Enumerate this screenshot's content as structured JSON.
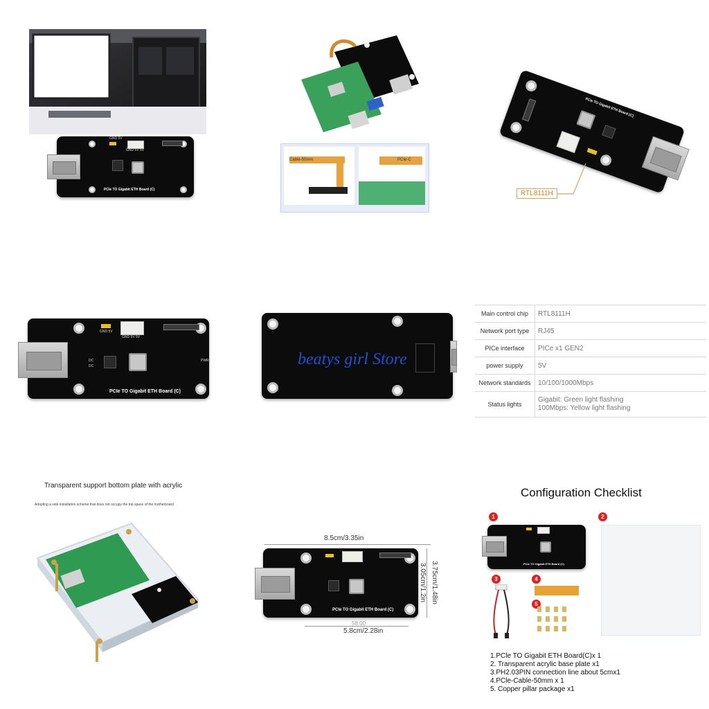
{
  "colors": {
    "board": "#0c0c0c",
    "rtl_callout": "#d8a55c",
    "watermark": "#1f4fd4",
    "badge": "#e32020",
    "acrylic_pcb": "#2e9a52"
  },
  "panel1": {
    "board_silk": "PCIe TO Gigabit ETH Board (C)",
    "conn_labels": [
      "GND 5V",
      "GND 5V 5V"
    ]
  },
  "panel2": {
    "cable_label": "Cable-50mm",
    "cable_label2": "PCIe-C"
  },
  "panel3": {
    "board_silk": "PCIe TO Gigabit ETH Board (C)",
    "callout": "RTL8111H"
  },
  "panel4": {
    "board_silk": "PCIe TO Gigabit ETH Board (C)",
    "conn_labels": [
      "GND 5V",
      "GND 5V 5V"
    ],
    "led_labels": [
      "DC",
      "DC",
      "PWR"
    ]
  },
  "panel5": {
    "watermark": "beatys girl Store"
  },
  "spec_table": [
    {
      "key": "Main control chip",
      "value": "RTL8111H"
    },
    {
      "key": "Network port type",
      "value": "RJ45"
    },
    {
      "key": "PICe interface",
      "value": "PICe x1 GEN2"
    },
    {
      "key": "power supply",
      "value": "5V"
    },
    {
      "key": "Network standards",
      "value": "10/100/1000Mbps"
    },
    {
      "key": "Status lights",
      "value": "Gigabit: Green light flashing",
      "value2": "100Mbps: Yellow light flashing"
    }
  ],
  "panel7": {
    "title": "Transparent support bottom plate with acrylic",
    "subtitle": "Adopting a side installation scheme that does not occupy the top space of the motherboard"
  },
  "panel8": {
    "width_top": "8.5cm/3.35in",
    "height_outer": "3.75cm/1.48in",
    "height_inner": "3.05cm/1.2in",
    "width_bottom_num": "58.00",
    "width_bottom": "5.8cm/2.28in",
    "board_silk": "PCIe TO Gigabit ETH Board (C)"
  },
  "panel9": {
    "title": "Configuration Checklist",
    "badges": [
      "1",
      "2",
      "3",
      "4",
      "5"
    ],
    "board_silk": "PCIe TO Gigabit ETH Board (C)",
    "items": [
      "1.PCle TO Gigabit ETH Board(C)x 1",
      "2. Transparent acrylic base plate x1",
      "3.PH2.03PIN connection line about 5cmx1",
      "4.PCle-Cable-50mm x 1",
      "5. Copper pillar package x1"
    ]
  }
}
